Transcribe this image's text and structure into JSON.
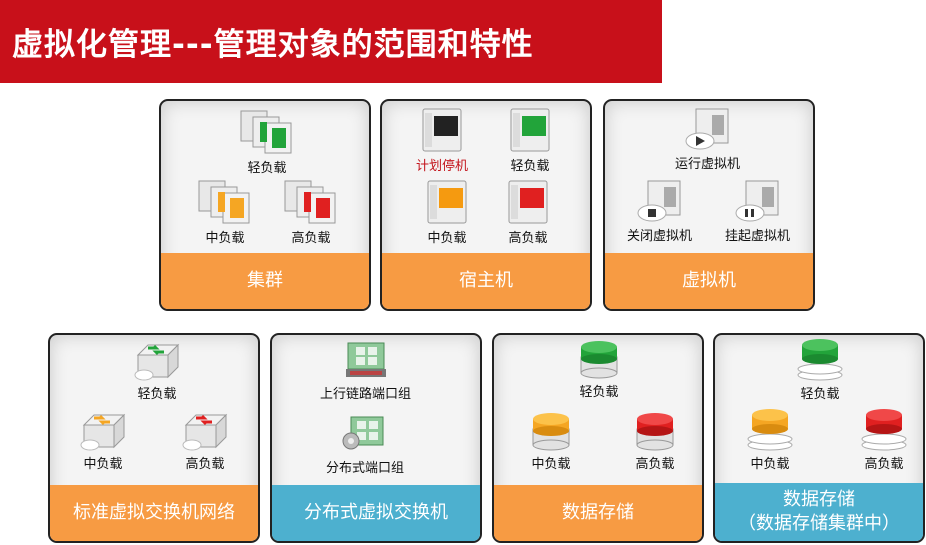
{
  "title": "虚拟化管理---管理对象的范围和特性",
  "colors": {
    "banner": "#c8101a",
    "orange": "#f79b43",
    "blue": "#4db0cf",
    "green": "#22a43a",
    "yellow": "#f5a623",
    "red": "#e02020"
  },
  "cards": [
    {
      "footer": "集群",
      "items": [
        {
          "label": "轻负载"
        },
        {
          "label": "中负载"
        },
        {
          "label": "高负载"
        }
      ]
    },
    {
      "footer": "宿主机",
      "items": [
        {
          "label": "计划停机"
        },
        {
          "label": "轻负载"
        },
        {
          "label": "中负载"
        },
        {
          "label": "高负载"
        }
      ]
    },
    {
      "footer": "虚拟机",
      "items": [
        {
          "label": "运行虚拟机"
        },
        {
          "label": "关闭虚拟机"
        },
        {
          "label": "挂起虚拟机"
        }
      ]
    },
    {
      "footer": "标准虚拟交换机网络",
      "items": [
        {
          "label": "轻负载"
        },
        {
          "label": "中负载"
        },
        {
          "label": "高负载"
        }
      ]
    },
    {
      "footer": "分布式虚拟交换机",
      "items": [
        {
          "label": "上行链路端口组"
        },
        {
          "label": "分布式端口组"
        }
      ]
    },
    {
      "footer": "数据存储",
      "items": [
        {
          "label": "轻负载"
        },
        {
          "label": "中负载"
        },
        {
          "label": "高负载"
        }
      ]
    },
    {
      "footer_line1": "数据存储",
      "footer_line2": "（数据存储集群中）",
      "items": [
        {
          "label": "轻负载"
        },
        {
          "label": "中负载"
        },
        {
          "label": "高负载"
        }
      ]
    }
  ]
}
